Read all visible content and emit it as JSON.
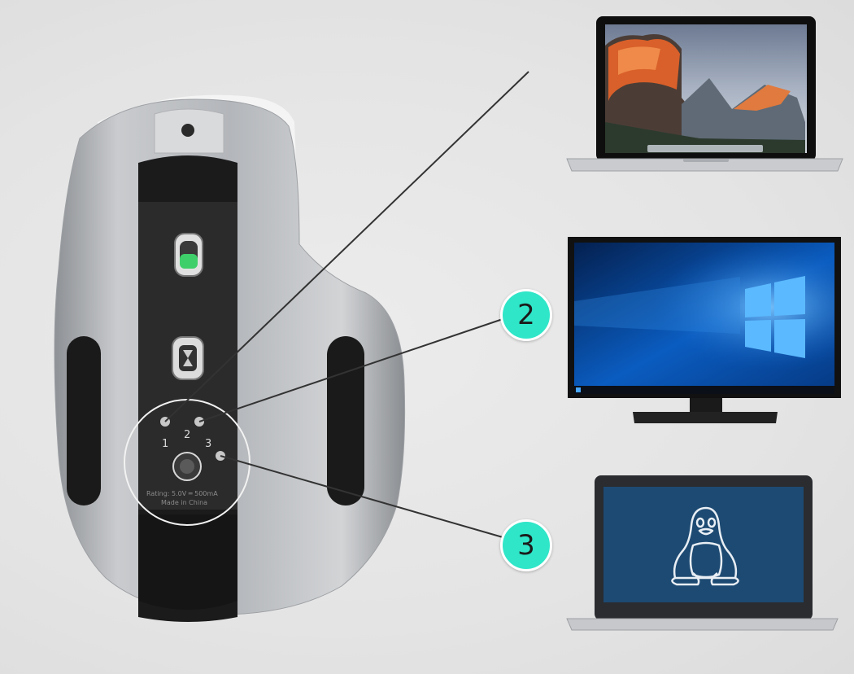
{
  "mouse": {
    "slot_labels": [
      "1",
      "2",
      "3"
    ],
    "rating_text": "Rating: 5.0V ═ 500mA",
    "origin_text": "Made in China"
  },
  "badges": [
    {
      "id": "channel-2",
      "label": "2"
    },
    {
      "id": "channel-3",
      "label": "3"
    }
  ],
  "devices": [
    {
      "name": "macbook-laptop",
      "os": "macOS"
    },
    {
      "name": "windows-monitor",
      "os": "Windows"
    },
    {
      "name": "linux-laptop",
      "os": "Linux"
    }
  ],
  "colors": {
    "badge": "#2fe6c8",
    "windows_blue": "#0a4fa8",
    "linux_screen": "#1d4a72",
    "mouse_body": "#bfc2c6"
  }
}
